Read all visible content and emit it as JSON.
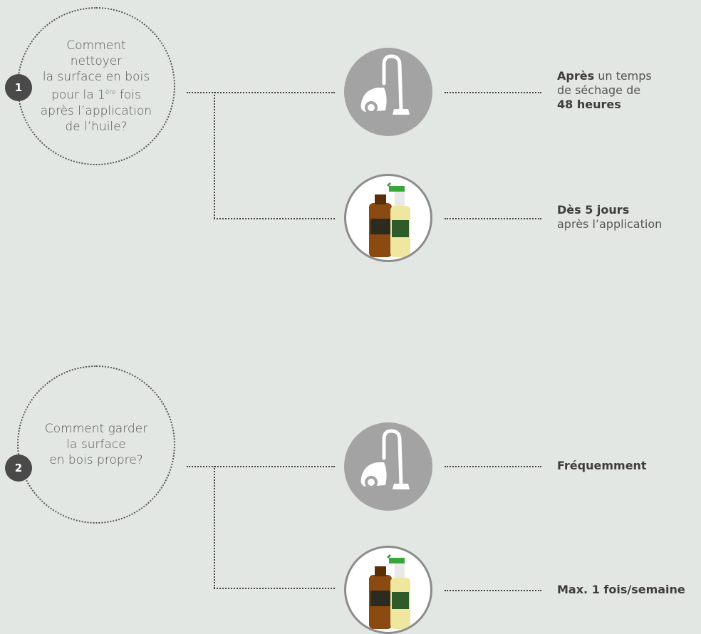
{
  "colors": {
    "background": "#e3e7e4",
    "badge": "#4a4a4a",
    "vacuum_circle": "#a3a3a3",
    "text": "#555555"
  },
  "questions": [
    {
      "number": "1",
      "lines": [
        "Comment",
        "nettoyer",
        "la surface en bois",
        "pour la 1",
        "ère",
        " fois",
        "après l’application",
        "de l’huile?"
      ],
      "answers": [
        {
          "icon": "vacuum-cleaner-icon",
          "bold_1": "Après",
          "text_1": " un temps",
          "text_2": "de séchage de",
          "bold_2": "48 heures"
        },
        {
          "icon": "cleaning-products-icon",
          "bold_1": "Dès 5 jours",
          "text_1": "après l’application"
        }
      ]
    },
    {
      "number": "2",
      "lines": [
        "Comment garder",
        "la surface",
        "en bois propre?"
      ],
      "answers": [
        {
          "icon": "vacuum-cleaner-icon",
          "bold_1": "Fréquemment"
        },
        {
          "icon": "cleaning-products-icon",
          "bold_1": "Max. 1 fois/semaine"
        }
      ]
    }
  ]
}
